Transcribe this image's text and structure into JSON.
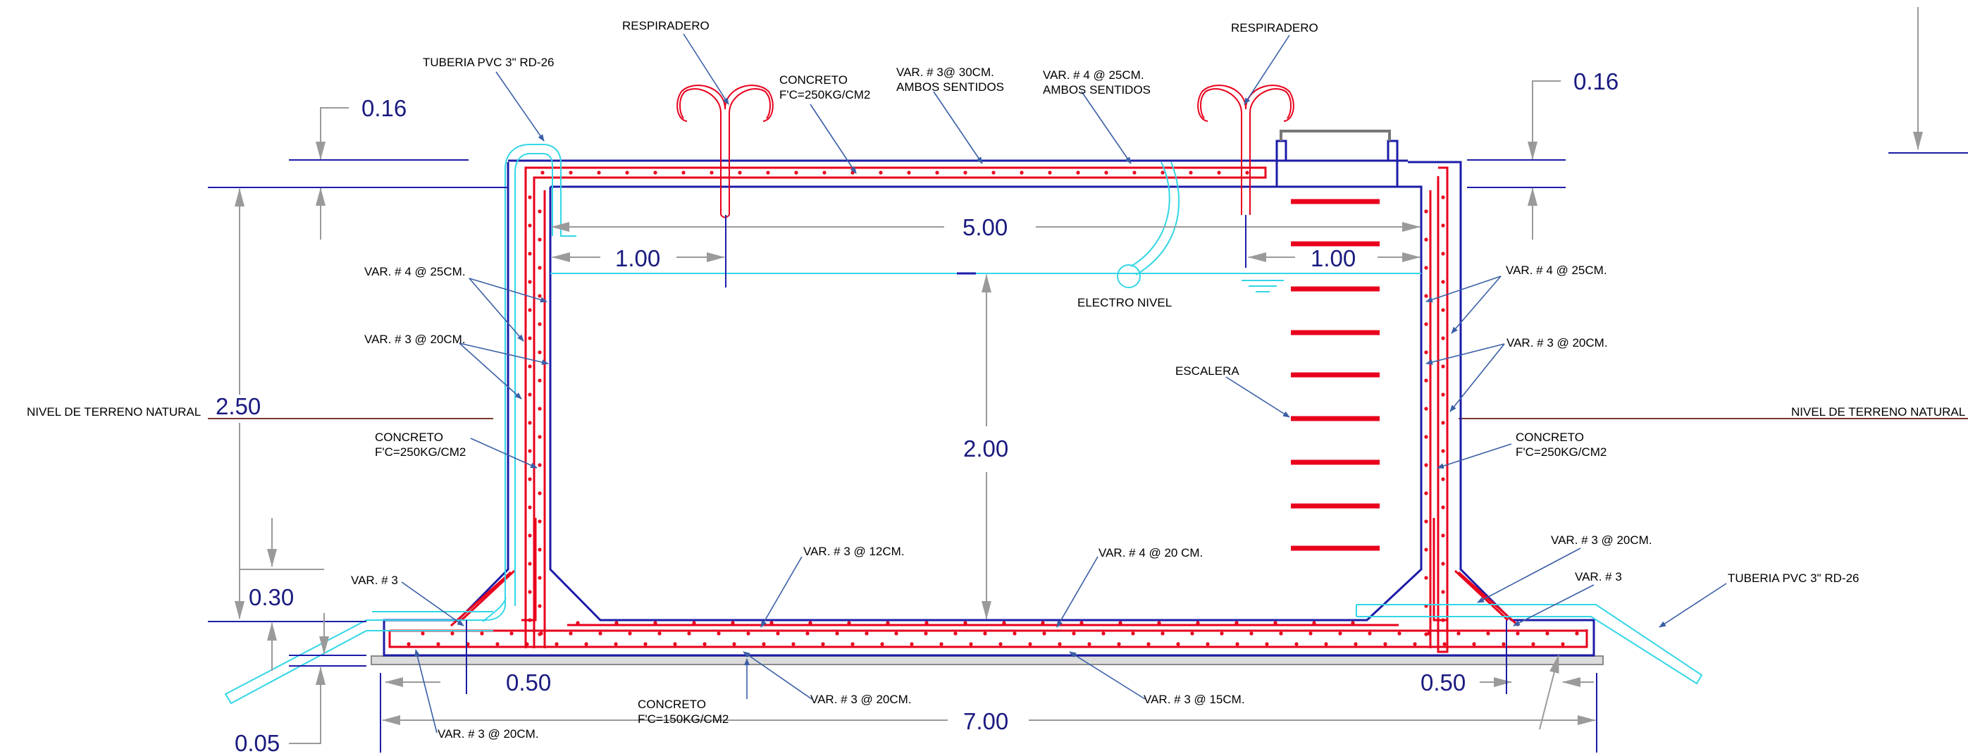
{
  "colors": {
    "concrete_outline": "#1c1ca8",
    "rebar": "#e8001c",
    "pipe": "#33d6e6",
    "leader": "#3a5fa6",
    "dimension_line": "#9a9a9a",
    "dimension_text": "#1a1a80",
    "ground_line": "#7a3b2e",
    "base_slab": "#d6d6d6"
  },
  "labels": {
    "respiradero_left": "RESPIRADERO",
    "respiradero_right": "RESPIRADERO",
    "tuberia_top": "TUBERIA PVC 3\" RD-26",
    "tuberia_bottom": "TUBERIA PVC 3\" RD-26",
    "concreto_top_1": "CONCRETO",
    "concreto_top_2": "F'C=250KG/CM2",
    "var3_30_1": "VAR. #  3@ 30CM.",
    "var3_30_2": "AMBOS SENTIDOS",
    "var4_25_top_1": "VAR. # 4 @ 25CM.",
    "var4_25_top_2": "AMBOS SENTIDOS",
    "electro_nivel": "ELECTRO NIVEL",
    "escalera": "ESCALERA",
    "var4_25_left": "VAR. # 4 @ 25CM.",
    "var3_20_left": "VAR. # 3 @ 20CM.",
    "concreto_left_1": "CONCRETO",
    "concreto_left_2": "F'C=250KG/CM2",
    "var4_25_right": "VAR. # 4 @ 25CM.",
    "var3_20_right": "VAR. # 3 @ 20CM.",
    "concreto_right_1": "CONCRETO",
    "concreto_right_2": "F'C=250KG/CM2",
    "nivel_left": "NIVEL DE TERRENO NATURAL",
    "nivel_right": "NIVEL DE TERRENO NATURAL",
    "var3_12": "VAR. # 3 @ 12CM.",
    "var4_20": "VAR. # 4 @ 20 CM.",
    "var3_left_corner": "VAR. # 3",
    "var3_right_corner": "VAR. # 3",
    "var3_20_right_low": "VAR. # 3 @ 20CM.",
    "concreto_base_1": "CONCRETO",
    "concreto_base_2": "F'C=150KG/CM2",
    "var3_20_bottom_mid": "VAR. # 3 @ 20CM.",
    "var3_15": "VAR. # 3 @ 15CM.",
    "var3_20_bottom_left": "VAR. # 3 @ 20CM."
  },
  "dimensions": {
    "slab_left": "0.16",
    "slab_right": "0.16",
    "inner_width": "5.00",
    "left_offset": "1.00",
    "right_offset": "1.00",
    "total_height": "2.50",
    "water_depth": "2.00",
    "base_thickness": "0.30",
    "bottom_small": "0.05",
    "footing_left": "0.50",
    "footing_right": "0.50",
    "total_width": "7.00"
  }
}
